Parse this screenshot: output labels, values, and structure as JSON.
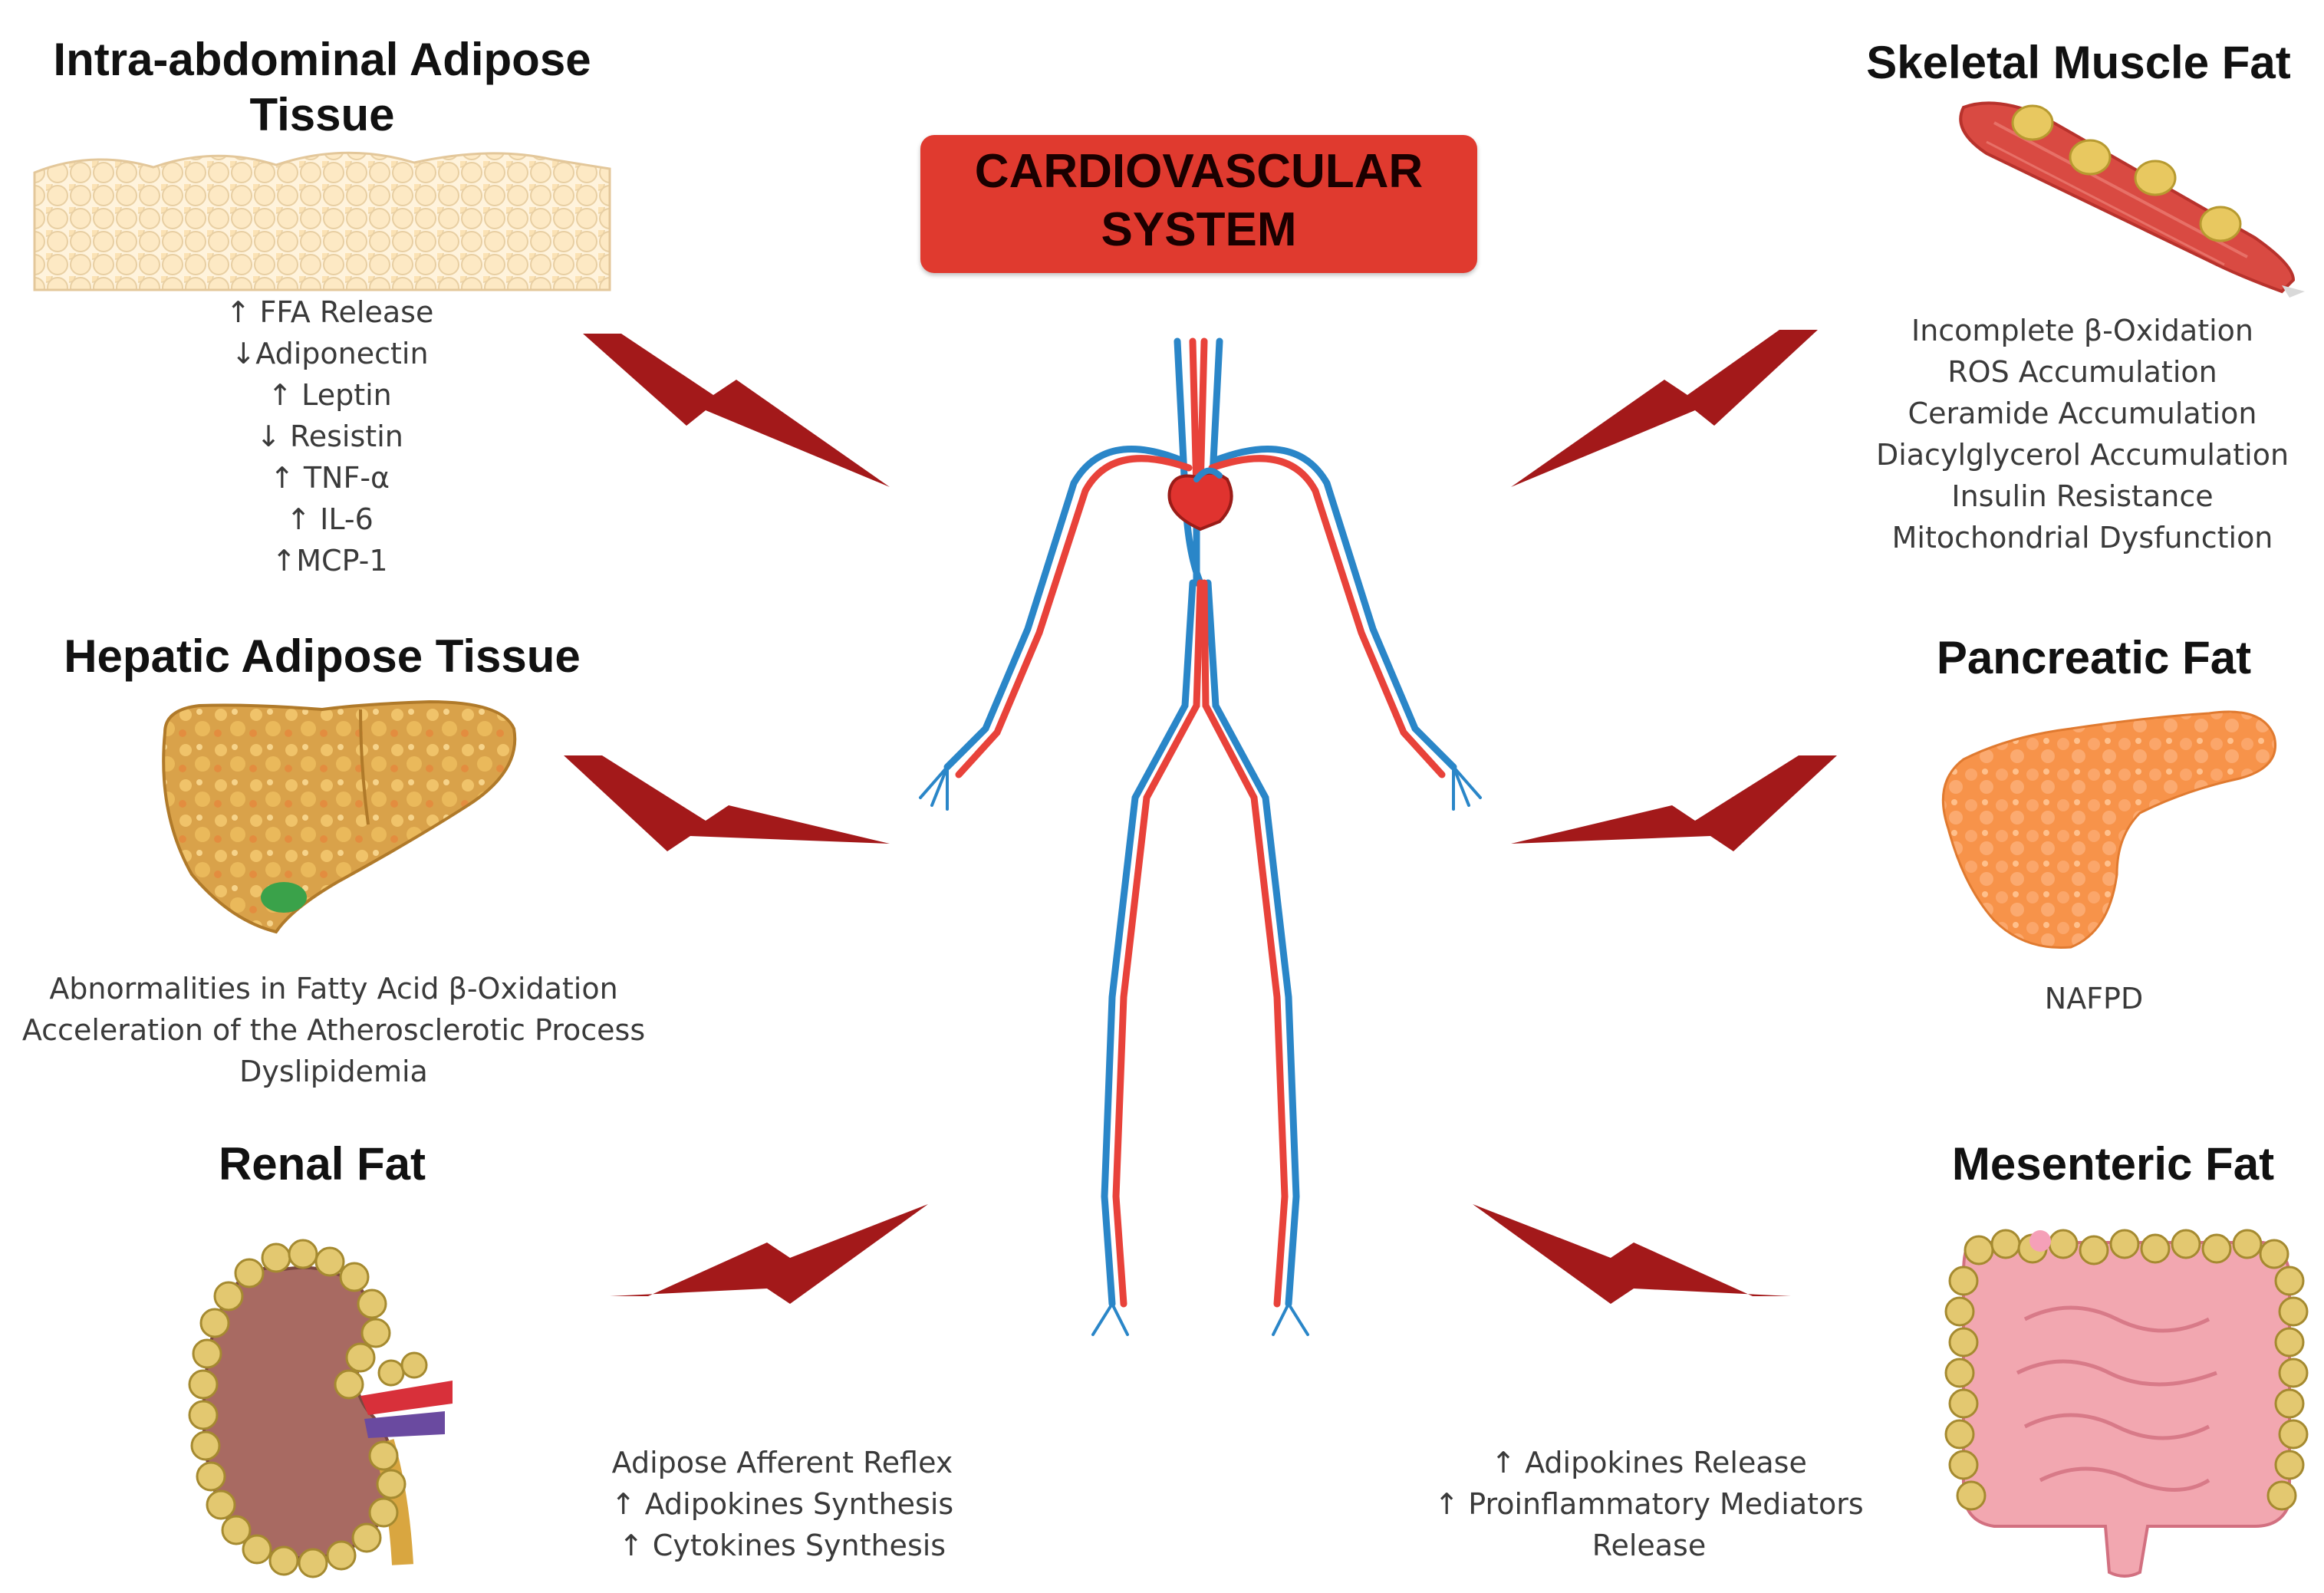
{
  "center": {
    "title_line1": "CARDIOVASCULAR",
    "title_line2": "SYSTEM"
  },
  "panels": {
    "intra_abdominal": {
      "title_line1": "Intra-abdominal Adipose",
      "title_line2": "Tissue",
      "effects": [
        "↑ FFA Release",
        "↓Adiponectin",
        "↑ Leptin",
        "↓ Resistin",
        "↑ TNF-α",
        "↑ IL-6",
        "↑MCP-1"
      ]
    },
    "hepatic": {
      "title": "Hepatic Adipose Tissue",
      "effects": [
        "Abnormalities in Fatty Acid β-Oxidation",
        "Acceleration of the Atherosclerotic Process",
        "Dyslipidemia"
      ]
    },
    "renal": {
      "title": "Renal Fat",
      "effects": [
        "Adipose Afferent Reflex",
        "↑ Adipokines Synthesis",
        "↑ Cytokines Synthesis"
      ]
    },
    "skeletal": {
      "title": "Skeletal Muscle Fat",
      "effects": [
        "Incomplete β-Oxidation",
        "ROS Accumulation",
        "Ceramide Accumulation",
        "Diacylglycerol Accumulation",
        "Insulin Resistance",
        "Mitochondrial Dysfunction"
      ]
    },
    "pancreatic": {
      "title": "Pancreatic Fat",
      "effects": [
        "NAFPD"
      ]
    },
    "mesenteric": {
      "title": "Mesenteric Fat",
      "effects": [
        "↑ Adipokines Release",
        "↑ Proinflammatory Mediators",
        "Release"
      ]
    }
  },
  "colors": {
    "box": "#e03a2f",
    "bolt": "#a3191a",
    "artery": "#e8423a",
    "vein": "#2a86c8",
    "fat": "#e3c870"
  }
}
